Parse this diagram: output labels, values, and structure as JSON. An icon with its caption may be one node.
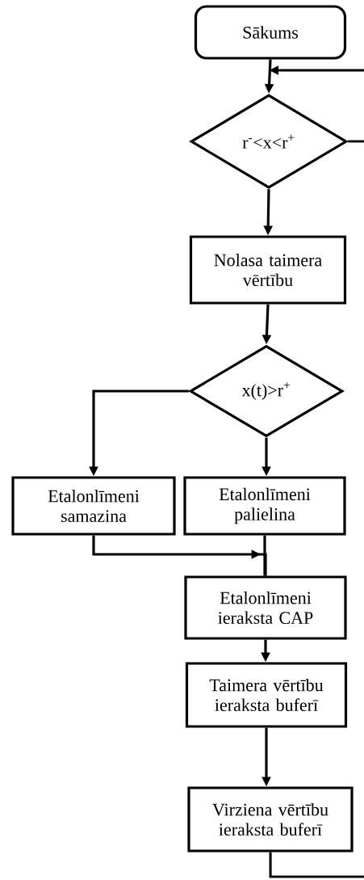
{
  "diagram": {
    "nodes": [
      {
        "text": [
          "Sākums"
        ]
      },
      {
        "text": [
          "r$^{-}$<x<r$^{+}$"
        ]
      },
      {
        "text": [
          "Nolasa taimera vērtību"
        ]
      },
      {
        "text": [
          "x(t)>r$^{+}$"
        ]
      },
      {
        "text": [
          "Etalonlīmeni samazina"
        ]
      },
      {
        "text": [
          "Etalonlīmeni palielina"
        ]
      },
      {
        "text": [
          "Etalonlīmeni ieraksta CAP"
        ]
      },
      {
        "text": [
          "Taimera vērtību ieraksta buferī"
        ]
      },
      {
        "text": [
          "Virziena vērtību ieraksta buferī"
        ]
      }
    ],
    "edges": [
      {
        "from": 0,
        "to": 1,
        "arrow": "to"
      },
      {
        "from": null,
        "to": 1,
        "arrow": "to"
      },
      {
        "from": 1,
        "to": null,
        "arrow": "none"
      },
      {
        "from": 1,
        "to": 2,
        "arrow": "to"
      },
      {
        "from": 2,
        "to": 3,
        "arrow": "to"
      },
      {
        "from": 3,
        "to": 4,
        "arrow": "to"
      },
      {
        "from": 3,
        "to": 5,
        "arrow": "to"
      },
      {
        "from": 4,
        "to": 6,
        "arrow": "to"
      },
      {
        "from": 5,
        "to": 6,
        "arrow": "none"
      },
      {
        "from": 6,
        "to": 7,
        "arrow": "to"
      },
      {
        "from": 7,
        "to": 8,
        "arrow": "to"
      },
      {
        "from": 8,
        "to": null,
        "arrow": "none"
      }
    ]
  }
}
